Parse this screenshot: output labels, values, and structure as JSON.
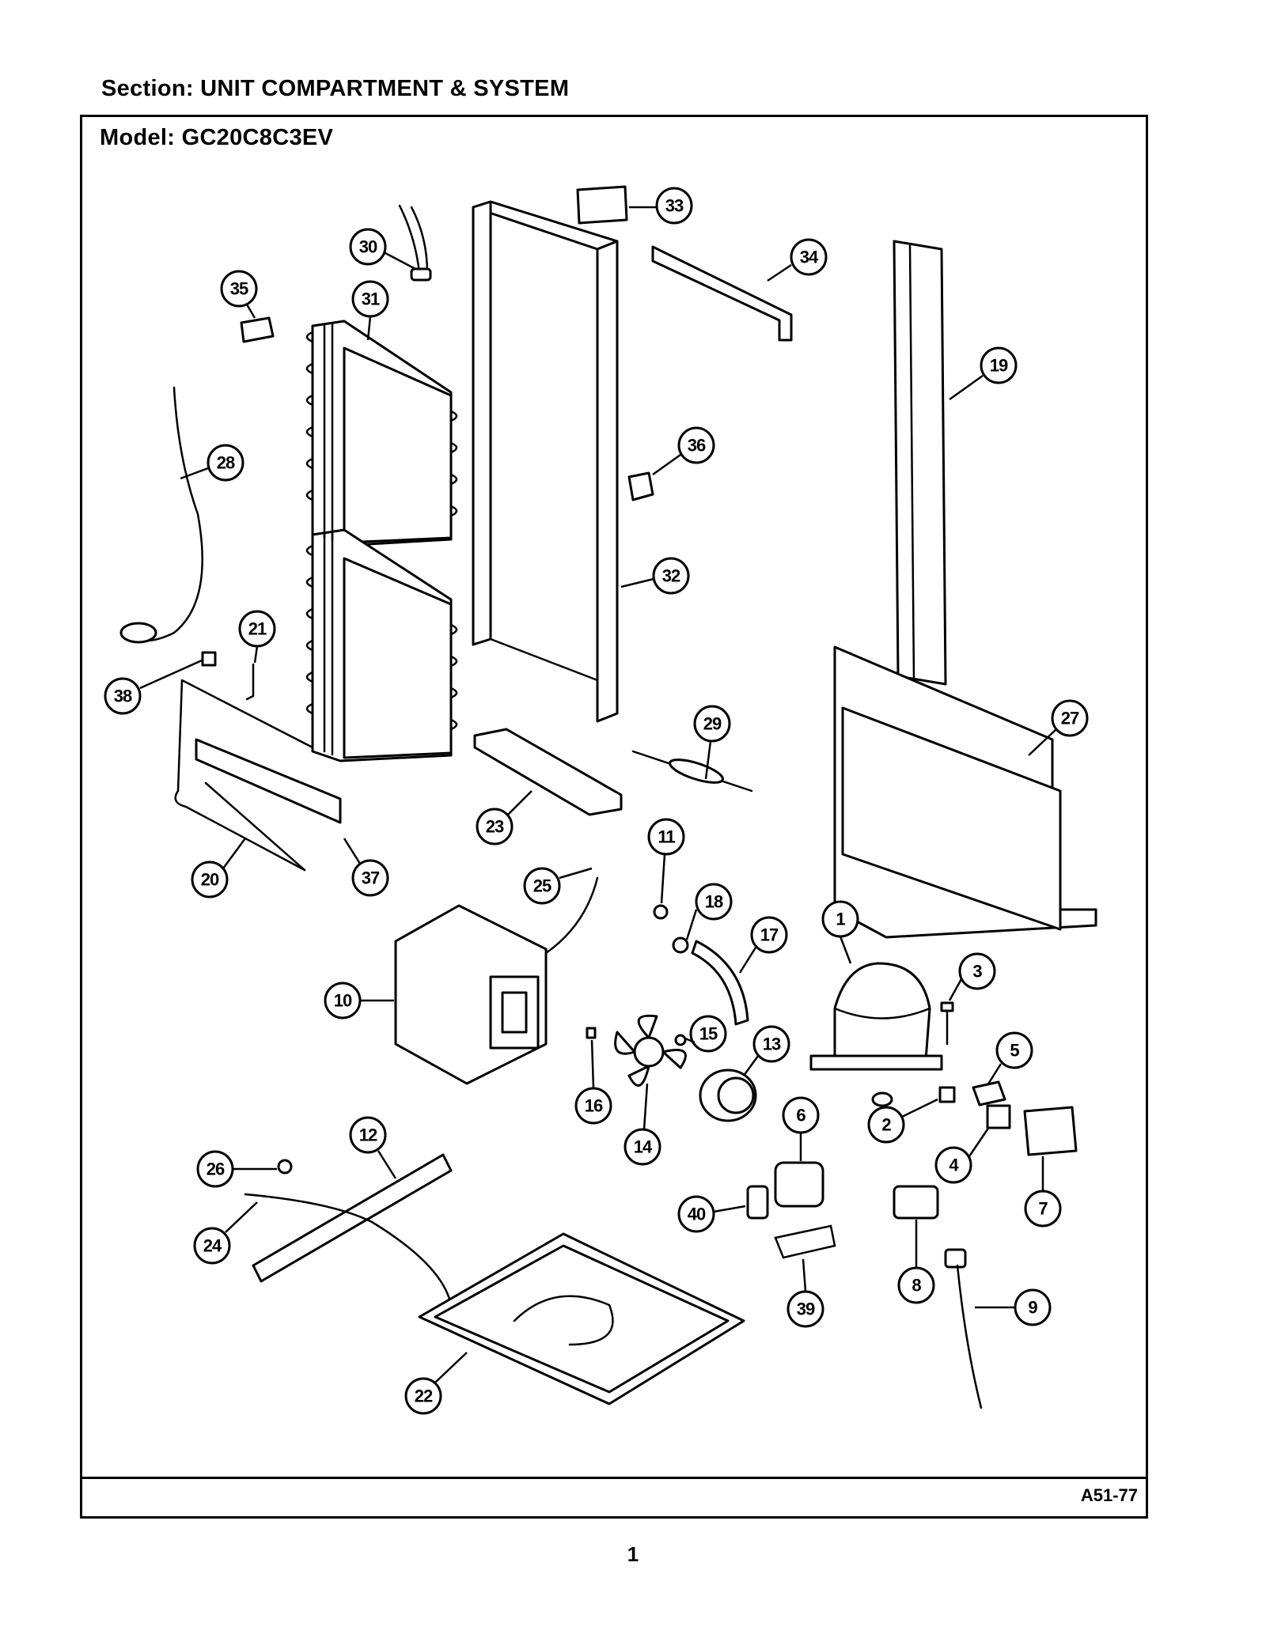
{
  "header": {
    "section": "Section:  UNIT COMPARTMENT & SYSTEM",
    "model": "Model:  GC20C8C3EV"
  },
  "footer": {
    "diagram_code": "A51-77",
    "page_number": "1"
  },
  "callouts": [
    "1",
    "2",
    "3",
    "4",
    "5",
    "6",
    "7",
    "8",
    "9",
    "10",
    "11",
    "12",
    "13",
    "14",
    "15",
    "16",
    "17",
    "18",
    "19",
    "20",
    "21",
    "22",
    "23",
    "24",
    "25",
    "26",
    "27",
    "28",
    "29",
    "30",
    "31",
    "32",
    "33",
    "34",
    "35",
    "36",
    "37",
    "38",
    "39",
    "40"
  ]
}
